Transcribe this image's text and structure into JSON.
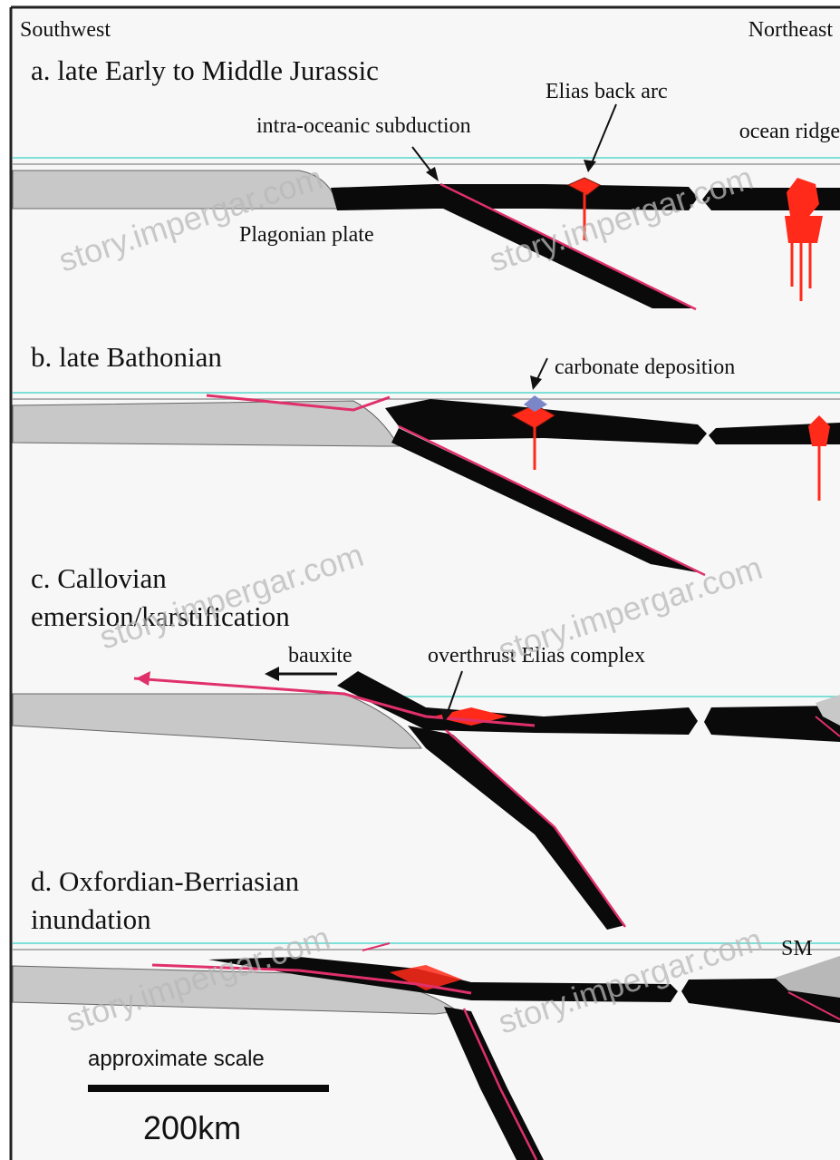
{
  "orientation": {
    "left": "Southwest",
    "right": "Northeast"
  },
  "panels": [
    {
      "title": "a. late Early to Middle Jurassic",
      "labels": {
        "subduction": "intra-oceanic subduction",
        "back_arc": "Elias back arc",
        "ridge": "ocean ridge",
        "plate": "Plagonian plate"
      }
    },
    {
      "title": "b. late Bathonian",
      "labels": {
        "carbonate": "carbonate deposition"
      }
    },
    {
      "title_line1": "c. Callovian",
      "title_line2": "emersion/karstification",
      "labels": {
        "bauxite": "bauxite",
        "overthrust": "overthrust Elias complex"
      }
    },
    {
      "title_line1": "d. Oxfordian-Berriasian",
      "title_line2": "inundation",
      "labels": {
        "sm": "SM"
      }
    }
  ],
  "scale": {
    "caption": "approximate scale",
    "value": "200km"
  },
  "watermark": "story.impergar.com",
  "colors": {
    "background": "#f7f7f7",
    "sea_level": "#7fe0d8",
    "continental_plate": "#c8c8c8",
    "oceanic_plate": "#0a0a0a",
    "magma": "#ff2a1a",
    "slab_edge": "#e0306a",
    "carbonate": "#7a86c8"
  }
}
